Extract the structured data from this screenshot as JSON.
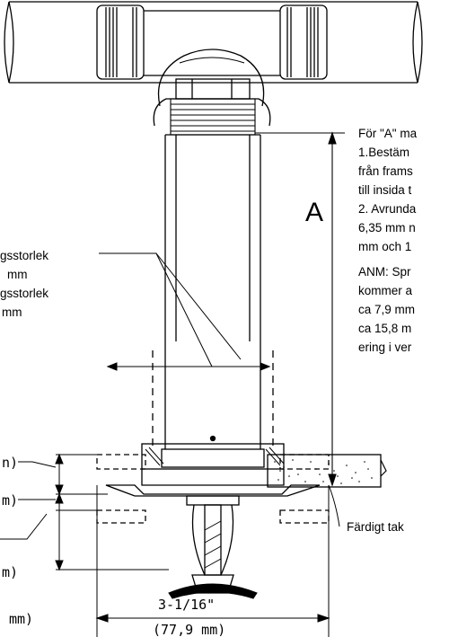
{
  "dimension_label": "A",
  "right_note": {
    "lines": [
      "För \"A\" ma",
      "1.Bestäm",
      "från  frams",
      "till insida t",
      "2. Avrunda",
      "6,35 mm n",
      "mm och 1"
    ],
    "anm_lines": [
      "ANM: Spr",
      "kommer a",
      "ca 7,9 mm",
      "ca 15,8 m",
      "ering i ver"
    ]
  },
  "left_note": {
    "lines": [
      "gsstorlek",
      "mm",
      "gsstorlek",
      " mm"
    ]
  },
  "left_dims": {
    "d1": "n)",
    "d2": "m)",
    "d3": "m)",
    "d4": "mm)"
  },
  "finished_ceiling_label": "Färdigt  tak",
  "bottom_dim": {
    "imperial": "3-1/16\"",
    "metric": "(77,9  mm)"
  }
}
